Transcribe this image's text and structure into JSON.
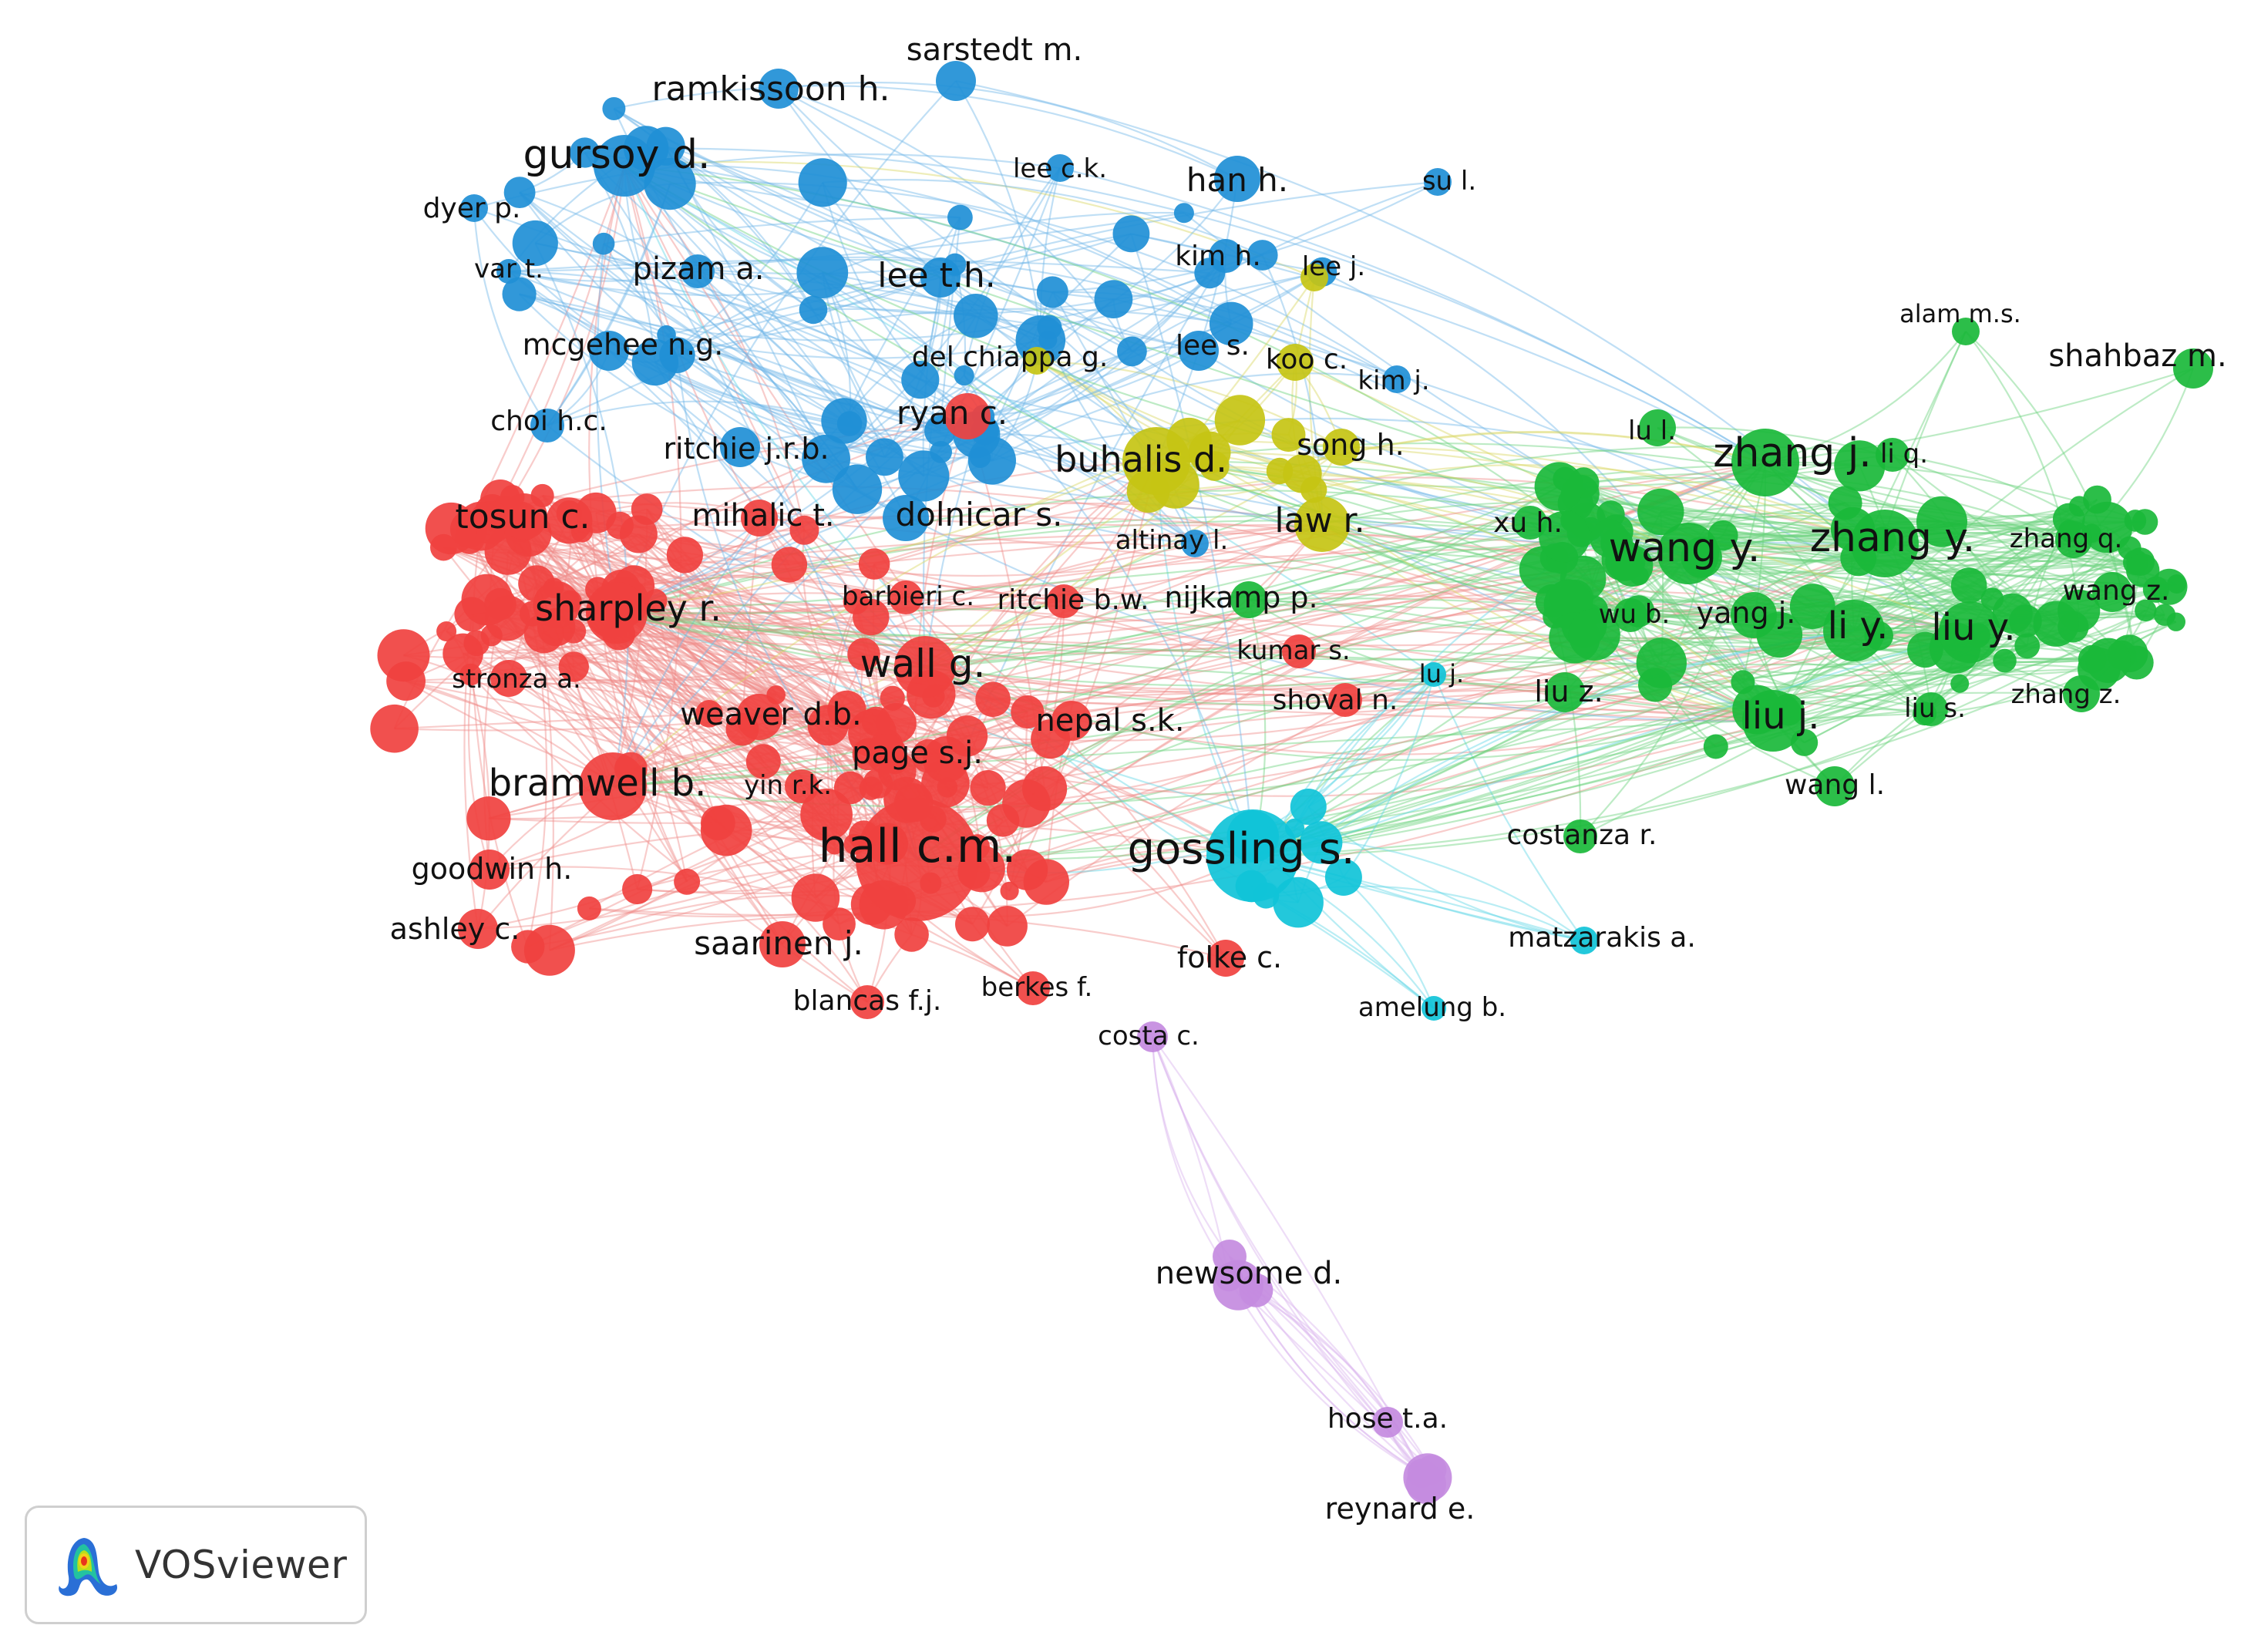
{
  "map": {
    "clusters": [
      {
        "id": "red",
        "color": "#f0413f",
        "edge": "#f08d8b"
      },
      {
        "id": "blue",
        "color": "#1f8fd6",
        "edge": "#74b7e8"
      },
      {
        "id": "green",
        "color": "#1ab83a",
        "edge": "#6dd37f"
      },
      {
        "id": "yellow",
        "color": "#c6c414",
        "edge": "#d9d864"
      },
      {
        "id": "cyan",
        "color": "#10c3d8",
        "edge": "#63d8e6"
      },
      {
        "id": "purple",
        "color": "#c48be0",
        "edge": "#d9b4ee"
      }
    ],
    "hub_label": "hall c.m.",
    "labels": [
      {
        "text": "sarstedt m.",
        "c": "blue"
      },
      {
        "text": "ramkissoon h.",
        "c": "blue"
      },
      {
        "text": "gursoy d.",
        "c": "blue"
      },
      {
        "text": "lee c.k.",
        "c": "blue"
      },
      {
        "text": "han h.",
        "c": "blue"
      },
      {
        "text": "su l.",
        "c": "blue"
      },
      {
        "text": "dyer p.",
        "c": "blue"
      },
      {
        "text": "var t.",
        "c": "blue"
      },
      {
        "text": "pizam a.",
        "c": "blue"
      },
      {
        "text": "lee t.h.",
        "c": "blue"
      },
      {
        "text": "kim h.",
        "c": "blue"
      },
      {
        "text": "lee j.",
        "c": "yellow"
      },
      {
        "text": "mcgehee n.g.",
        "c": "blue"
      },
      {
        "text": "del chiappa g.",
        "c": "yellow"
      },
      {
        "text": "lee s.",
        "c": "blue"
      },
      {
        "text": "koo c.",
        "c": "yellow"
      },
      {
        "text": "kim j.",
        "c": "blue"
      },
      {
        "text": "alam m.s.",
        "c": "green"
      },
      {
        "text": "shahbaz m.",
        "c": "green"
      },
      {
        "text": "choi h.c.",
        "c": "blue"
      },
      {
        "text": "ritchie j.r.b.",
        "c": "blue"
      },
      {
        "text": "ryan c.",
        "c": "red"
      },
      {
        "text": "buhalis d.",
        "c": "yellow"
      },
      {
        "text": "song h.",
        "c": "yellow"
      },
      {
        "text": "lu l.",
        "c": "green"
      },
      {
        "text": "zhang j.",
        "c": "green"
      },
      {
        "text": "li q.",
        "c": "green"
      },
      {
        "text": "tosun c.",
        "c": "red"
      },
      {
        "text": "mihalic t.",
        "c": "red"
      },
      {
        "text": "dolnicar s.",
        "c": "blue"
      },
      {
        "text": "law r.",
        "c": "yellow"
      },
      {
        "text": "altinay l.",
        "c": "blue"
      },
      {
        "text": "xu h.",
        "c": "green"
      },
      {
        "text": "wang y.",
        "c": "green"
      },
      {
        "text": "zhang y.",
        "c": "green"
      },
      {
        "text": "zhang q.",
        "c": "green"
      },
      {
        "text": "barbieri c.",
        "c": "red"
      },
      {
        "text": "ritchie b.w.",
        "c": "red"
      },
      {
        "text": "nijkamp p.",
        "c": "green"
      },
      {
        "text": "wang z.",
        "c": "green"
      },
      {
        "text": "sharpley r.",
        "c": "red"
      },
      {
        "text": "wu b.",
        "c": "green"
      },
      {
        "text": "yang j.",
        "c": "green"
      },
      {
        "text": "li y.",
        "c": "green"
      },
      {
        "text": "liu y.",
        "c": "green"
      },
      {
        "text": "kumar s.",
        "c": "red"
      },
      {
        "text": "wall g.",
        "c": "red"
      },
      {
        "text": "stronza a.",
        "c": "red"
      },
      {
        "text": "lu j.",
        "c": "cyan"
      },
      {
        "text": "liu z.",
        "c": "green"
      },
      {
        "text": "shoval n.",
        "c": "red"
      },
      {
        "text": "weaver d.b.",
        "c": "red"
      },
      {
        "text": "nepal s.k.",
        "c": "red"
      },
      {
        "text": "liu j.",
        "c": "green"
      },
      {
        "text": "liu s.",
        "c": "green"
      },
      {
        "text": "zhang z.",
        "c": "green"
      },
      {
        "text": "page s.j.",
        "c": "red"
      },
      {
        "text": "bramwell b.",
        "c": "red"
      },
      {
        "text": "yin r.k.",
        "c": "red"
      },
      {
        "text": "wang l.",
        "c": "green"
      },
      {
        "text": "costanza r.",
        "c": "green"
      },
      {
        "text": "gossling s.",
        "c": "cyan"
      },
      {
        "text": "goodwin h.",
        "c": "red"
      },
      {
        "text": "ashley c.",
        "c": "red"
      },
      {
        "text": "saarinen j.",
        "c": "red"
      },
      {
        "text": "folke c.",
        "c": "red"
      },
      {
        "text": "matzarakis a.",
        "c": "cyan"
      },
      {
        "text": "berkes f.",
        "c": "red"
      },
      {
        "text": "blancas f.j.",
        "c": "red"
      },
      {
        "text": "amelung b.",
        "c": "cyan"
      },
      {
        "text": "costa c.",
        "c": "purple"
      },
      {
        "text": "newsome d.",
        "c": "purple"
      },
      {
        "text": "hose t.a.",
        "c": "purple"
      },
      {
        "text": "reynard e.",
        "c": "purple"
      }
    ]
  },
  "logo": {
    "icon": "vosviewer-heatmap-icon",
    "text": "VOSviewer"
  }
}
